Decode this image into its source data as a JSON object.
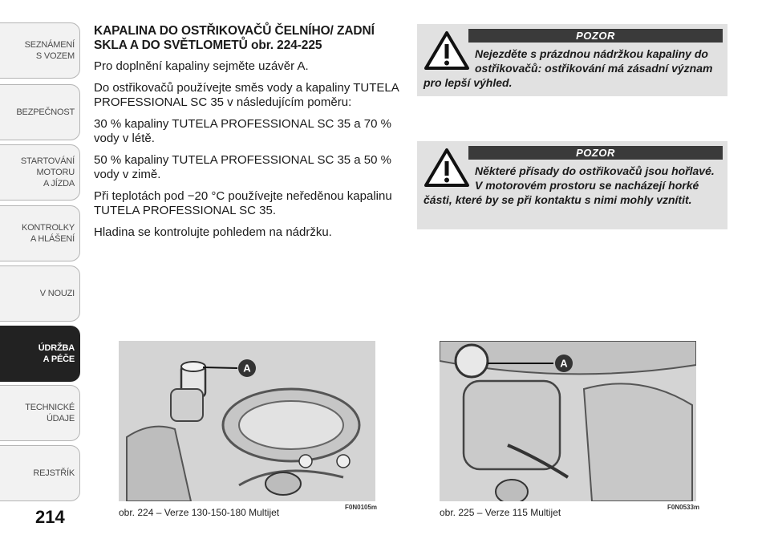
{
  "sidebar": {
    "tabs": [
      {
        "label": "SEZNÁMENÍ\nS VOZEM",
        "active": false
      },
      {
        "label": "BEZPEČNOST",
        "active": false
      },
      {
        "label": "STARTOVÁNÍ\nMOTORU\nA JÍZDA",
        "active": false
      },
      {
        "label": "KONTROLKY\nA HLÁŠENÍ",
        "active": false
      },
      {
        "label": "V NOUZI",
        "active": false
      },
      {
        "label": "ÚDRŽBA\nA PÉČE",
        "active": true
      },
      {
        "label": "TECHNICKÉ\nÚDAJE",
        "active": false
      },
      {
        "label": "REJSTŘÍK",
        "active": false
      }
    ]
  },
  "page_number": "214",
  "section": {
    "heading": "KAPALINA DO OSTŘIKOVAČŮ ČELNÍHO/ ZADNÍ SKLA A DO SVĚTLOMETŮ obr. 224-225",
    "paragraphs": [
      "Pro doplnění kapaliny sejměte uzávěr A.",
      "Do ostřikovačů používejte směs vody a kapaliny TUTELA PROFESSIONAL SC 35 v následujícím poměru:",
      "30 % kapaliny TUTELA PROFESSIONAL SC 35 a 70 % vody v létě.",
      "50 % kapaliny TUTELA PROFESSIONAL SC 35 a 50 % vody v zimě.",
      "Při teplotách pod −20 °C používejte neředěnou kapalinu TUTELA PROFESSIONAL SC 35.",
      "Hladina se kontrolujte pohledem na nádržku."
    ]
  },
  "warnings": [
    {
      "title": "POZOR",
      "text": "Nejezděte s prázdnou nádržkou kapaliny do ostřikovačů: ostřikování má zásadní význam pro lepší výhled."
    },
    {
      "title": "POZOR",
      "text": "Některé přísady do ostřikovačů jsou hořlavé. V motorovém prostoru se nacházejí horké části, které by se při kontaktu s nimi mohly vznítit."
    }
  ],
  "figures": [
    {
      "caption": "obr. 224 – Verze 130-150-180 Multijet",
      "code": "F0N0105m",
      "marker": "A"
    },
    {
      "caption": "obr. 225 – Verze 115 Multijet",
      "code": "F0N0533m",
      "marker": "A"
    }
  ]
}
